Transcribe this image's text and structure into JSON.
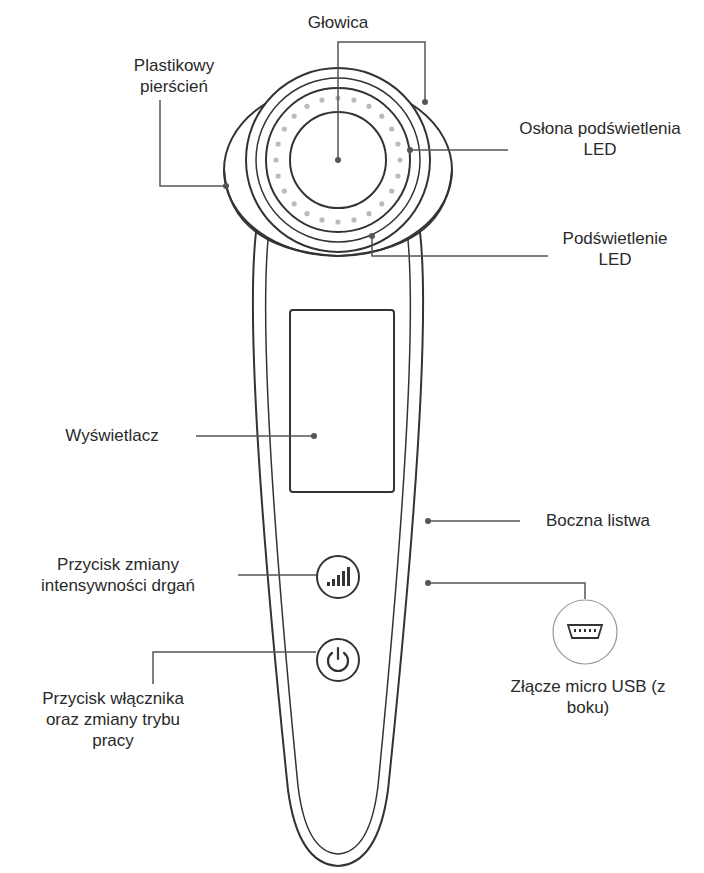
{
  "diagram": {
    "labels": [
      "Głowica",
      "Plastikowy pierścień",
      "Osłona podświetlenia LED",
      "Podświetlenie LED",
      "Wyświetlacz",
      "Boczna listwa",
      "Przycisk zmiany intensywności drgań",
      "Przycisk włącznika oraz zmiany trybu pracy",
      "Złącze micro USB (z boku)"
    ]
  }
}
